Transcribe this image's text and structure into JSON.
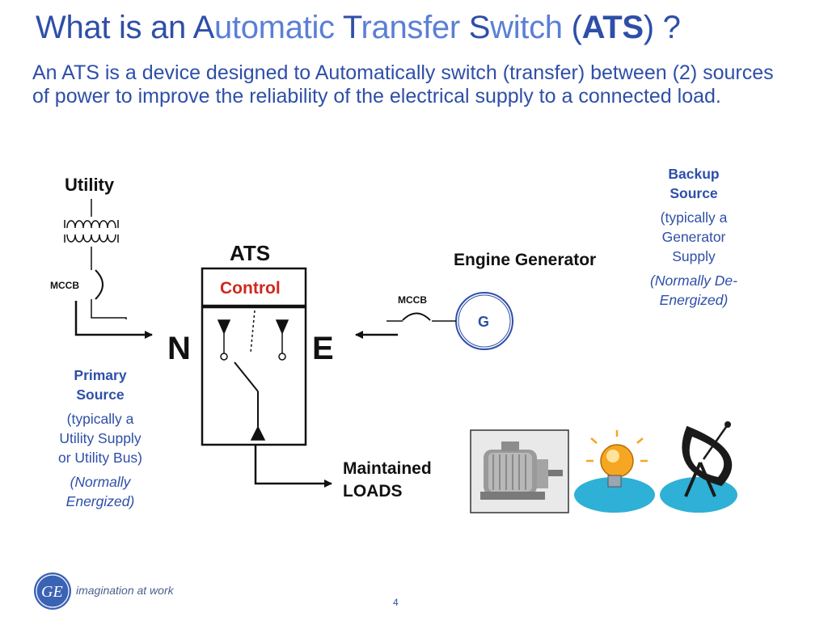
{
  "slide": {
    "title_parts": {
      "p1": "What is an ",
      "p2": "A",
      "p3": "utomatic ",
      "p4": "T",
      "p5": "ransfer ",
      "p6": "S",
      "p7": "witch",
      "p8": " (",
      "p9": "ATS",
      "p10": ") ?"
    },
    "subtitle": "An ATS is a device designed to Automatically switch (transfer) between (2) sources of power to improve the reliability of the electrical supply to a connected load.",
    "page_number": "4"
  },
  "diagram": {
    "utility_label": "Utility",
    "ats_label": "ATS",
    "control_label": "Control",
    "mccb_left": "MCCB",
    "mccb_right": "MCCB",
    "engine_generator_label": "Engine Generator",
    "generator_symbol": "G",
    "n_label": "N",
    "e_label": "E",
    "loads_line1": "Maintained",
    "loads_line2": "LOADS"
  },
  "primary_source": {
    "heading_line1": "Primary",
    "heading_line2": "Source",
    "desc_line1": "(typically a",
    "desc_line2": "Utility Supply",
    "desc_line3": "or Utility Bus)",
    "state_line1": "(Normally",
    "state_line2": "Energized)"
  },
  "backup_source": {
    "heading_line1": "Backup",
    "heading_line2": "Source",
    "desc_line1": "(typically a",
    "desc_line2": "Generator",
    "desc_line3": "Supply",
    "state_line1": "(Normally De-",
    "state_line2": "Energized)"
  },
  "footer": {
    "logo_text": "GE",
    "tagline": "imagination at work"
  },
  "colors": {
    "brand_blue": "#2e4fa8",
    "title_light_blue": "#5a7fd6",
    "control_red": "#d0281e",
    "generator_circle": "#2e4fa8",
    "platform_cyan": "#2fb0d6"
  },
  "icons": [
    "motor-image",
    "light-bulb-icon",
    "satellite-dish-icon",
    "ge-logo-icon"
  ]
}
